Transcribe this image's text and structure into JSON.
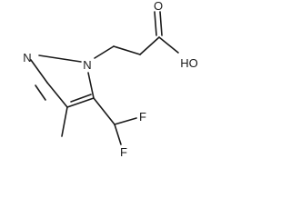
{
  "molecule": {
    "atom_labels": {
      "n_ring_2": "N",
      "n_ring_1": "N",
      "carbonyl_o": "O",
      "hydroxyl": "HO",
      "fluorine_a": "F",
      "fluorine_b": "F"
    }
  }
}
